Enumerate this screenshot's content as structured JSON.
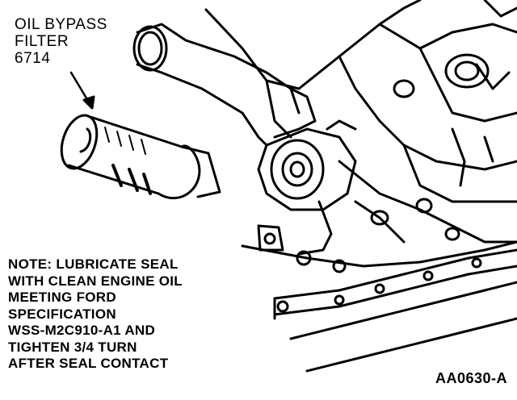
{
  "callout": {
    "lines": [
      "OIL BYPASS",
      "FILTER",
      "6714"
    ]
  },
  "note": {
    "lines": [
      "NOTE: LUBRICATE SEAL",
      "WITH CLEAN ENGINE OIL",
      "MEETING FORD",
      "SPECIFICATION",
      "WSS-M2C910-A1 AND",
      "TIGHTEN 3/4 TURN",
      "AFTER SEAL CONTACT"
    ]
  },
  "figure_id": "AA0630-A",
  "colors": {
    "ink": "#000000",
    "paper": "#ffffff"
  }
}
